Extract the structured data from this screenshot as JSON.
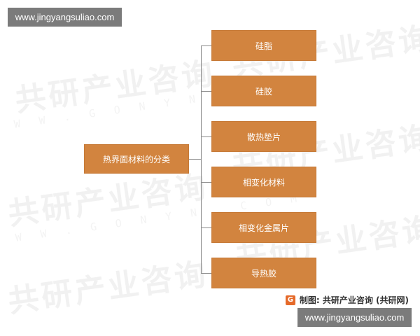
{
  "watermark": {
    "url_top": "www.jingyangsuliao.com",
    "url_bottom": "www.jingyangsuliao.com",
    "brand": "共研产业咨询",
    "brand_sub": "W W . G O N Y N . C O M"
  },
  "diagram": {
    "root": "热界面材料的分类",
    "children": [
      "硅脂",
      "硅胶",
      "散热垫片",
      "相变化材料",
      "相变化金属片",
      "导热胶"
    ]
  },
  "caption": {
    "logo_letter": "G",
    "text": "制图: 共研产业咨询 (共研网)"
  },
  "colors": {
    "node_fill": "#d2843f",
    "line": "#8a8a8a",
    "badge": "#7b7b7b"
  }
}
